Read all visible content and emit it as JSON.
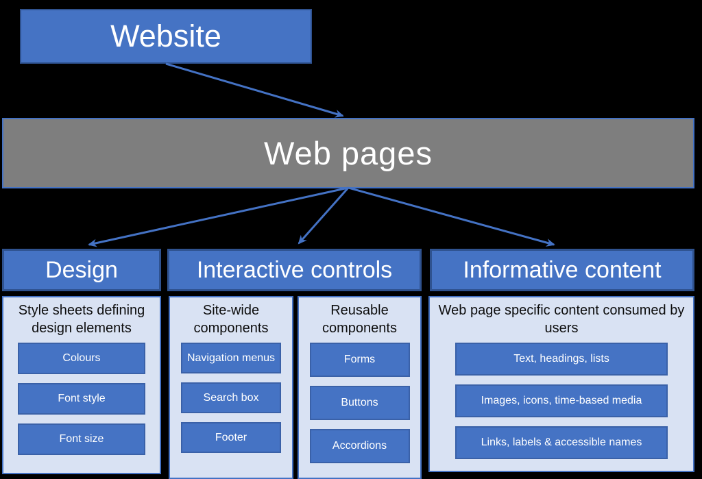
{
  "colors": {
    "accent_blue": "#4573C4",
    "dark_blue_border": "#2F528F",
    "panel_light_blue": "#D9E2F3",
    "gray_fill": "#7E7E7E",
    "background": "#000000",
    "arrow_blue": "#4472C4",
    "white_text": "#FFFFFF",
    "black_text": "#0D0D0D"
  },
  "root": {
    "label": "Website"
  },
  "level2": {
    "label": "Web pages"
  },
  "branches": [
    {
      "header": "Design",
      "panels": [
        {
          "title": "Style sheets defining design elements",
          "items": [
            "Colours",
            "Font style",
            "Font size"
          ]
        }
      ]
    },
    {
      "header": "Interactive controls",
      "panels": [
        {
          "title": "Site-wide components",
          "items": [
            "Navigation menus",
            "Search box",
            "Footer"
          ]
        },
        {
          "title": "Reusable components",
          "items": [
            "Forms",
            "Buttons",
            "Accordions"
          ]
        }
      ]
    },
    {
      "header": "Informative content",
      "panels": [
        {
          "title": "Web page specific content consumed by users",
          "items": [
            "Text, headings, lists",
            "Images, icons, time-based media",
            "Links, labels & accessible names"
          ]
        }
      ]
    }
  ]
}
